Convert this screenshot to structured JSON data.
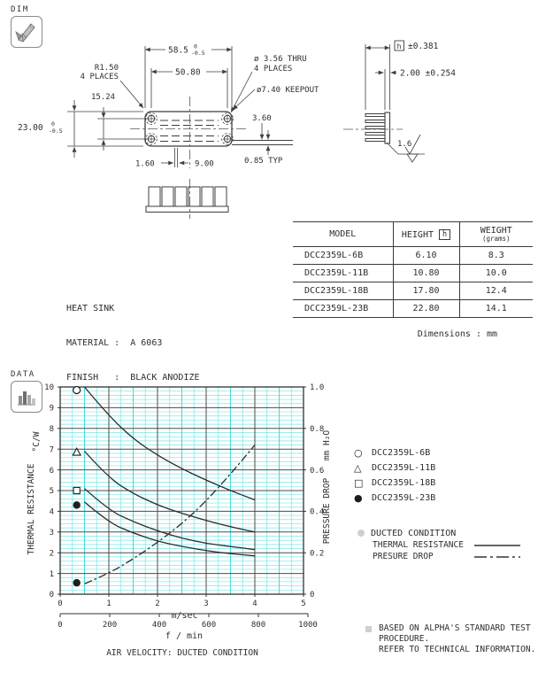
{
  "sections": {
    "dim_label": "DIM",
    "data_label": "DATA"
  },
  "drawing": {
    "dims": {
      "overall_width_value": "58.5",
      "overall_width_tol_top": "0",
      "overall_width_tol_bot": "-0.5",
      "hole_pitch": "50.80",
      "corner_radius_line1": "R1.50",
      "corner_radius_line2": "4 PLACES",
      "hole_row_pitch": "15.24",
      "overall_depth_value": "23.00",
      "overall_depth_tol_top": "0",
      "overall_depth_tol_bot": "-0.5",
      "fin_gap": "1.60",
      "fin_pitch": "9.00",
      "hole_dia_line1": "ø 3.56 THRU",
      "hole_dia_line2": "4 PLACES",
      "keepout": "ø7.40 KEEPOUT",
      "tab_offset": "3.60",
      "tab_thickness": "0.85 TYP",
      "height_symbol": "h",
      "height_tolerance": "±0.381",
      "base_thickness": "2.00 ±0.254",
      "surface_finish": "1.6"
    },
    "material_note": {
      "line1": "HEAT SINK",
      "line2": "MATERIAL :  A 6063",
      "line3": "FINISH   :  BLACK ANODIZE"
    }
  },
  "table": {
    "headers": {
      "model": "MODEL",
      "height": "HEIGHT",
      "height_sym": "h",
      "weight": "WEIGHT",
      "weight_unit": "(grams)"
    },
    "rows": [
      {
        "model": "DCC2359L-6B",
        "height": "6.10",
        "weight": "8.3"
      },
      {
        "model": "DCC2359L-11B",
        "height": "10.80",
        "weight": "10.0"
      },
      {
        "model": "DCC2359L-18B",
        "height": "17.80",
        "weight": "12.4"
      },
      {
        "model": "DCC2359L-23B",
        "height": "22.80",
        "weight": "14.1"
      }
    ],
    "footnote": "Dimensions : mm"
  },
  "chart_data": {
    "type": "line",
    "caption": "AIR VELOCITY: DUCTED CONDITION",
    "x_axis": {
      "label": "m/sec",
      "min": 0,
      "max": 5,
      "major_ticks": [
        0,
        1,
        2,
        3,
        4,
        5
      ],
      "minor_step": 0.25
    },
    "x_axis_secondary": {
      "label": "f / min",
      "ticks": [
        0,
        200,
        400,
        600,
        800,
        1000
      ]
    },
    "y_axis_left": {
      "label": "THERMAL RESISTANCE",
      "unit": "°C/W",
      "min": 0,
      "max": 10,
      "major_ticks": [
        0,
        1,
        2,
        3,
        4,
        5,
        6,
        7,
        8,
        9,
        10
      ],
      "minor_step": 0.2
    },
    "y_axis_right": {
      "label": "PRESSURE DROP",
      "unit": "mm H₂O",
      "min": 0,
      "max": 1.0,
      "tick_labels": [
        "0",
        "0.2",
        "0.4",
        "0.6",
        "0.8",
        "1.0"
      ]
    },
    "grid": {
      "minor_color": "#7de8e8",
      "half_color": "#1fd0d0",
      "major_color": "#4b4b4b",
      "on": true
    },
    "series": [
      {
        "name": "DCC2359L-6B",
        "axis": "left",
        "style": "solid",
        "x": [
          0.5,
          1,
          1.5,
          2,
          2.5,
          3,
          3.5,
          4
        ],
        "y": [
          10.0,
          8.6,
          7.5,
          6.7,
          6.05,
          5.5,
          5.0,
          4.55
        ]
      },
      {
        "name": "DCC2359L-11B",
        "axis": "left",
        "style": "solid",
        "x": [
          0.5,
          1,
          1.5,
          2,
          2.5,
          3,
          3.5,
          4
        ],
        "y": [
          6.9,
          5.6,
          4.85,
          4.3,
          3.9,
          3.55,
          3.25,
          3.0
        ]
      },
      {
        "name": "DCC2359L-18B",
        "axis": "left",
        "style": "solid",
        "x": [
          0.5,
          1,
          1.5,
          2,
          2.5,
          3,
          3.5,
          4
        ],
        "y": [
          5.1,
          4.05,
          3.5,
          3.05,
          2.7,
          2.45,
          2.3,
          2.15
        ]
      },
      {
        "name": "DCC2359L-23B",
        "axis": "left",
        "style": "solid",
        "x": [
          0.5,
          1,
          1.5,
          2,
          2.5,
          3,
          3.5,
          4
        ],
        "y": [
          4.45,
          3.45,
          2.95,
          2.55,
          2.3,
          2.1,
          1.95,
          1.85
        ]
      },
      {
        "name": "PRESSURE DROP",
        "axis": "right",
        "style": "dash-dot",
        "x": [
          0.5,
          1,
          1.5,
          2,
          2.5,
          3,
          3.5,
          4
        ],
        "y": [
          0.05,
          0.1,
          0.17,
          0.25,
          0.34,
          0.45,
          0.58,
          0.72
        ]
      }
    ],
    "point_markers": [
      {
        "shape": "circle-open",
        "axis": "left",
        "x": 0.34,
        "y": 9.85
      },
      {
        "shape": "triangle-open",
        "axis": "left",
        "x": 0.34,
        "y": 6.85
      },
      {
        "shape": "square-open",
        "axis": "left",
        "x": 0.34,
        "y": 5.0
      },
      {
        "shape": "circle-filled",
        "axis": "left",
        "x": 0.34,
        "y": 4.3
      },
      {
        "shape": "circle-filled",
        "axis": "right",
        "x": 0.34,
        "y": 0.055
      }
    ]
  },
  "legend": {
    "items": [
      {
        "marker": "circle-open-icon",
        "glyph": "○",
        "label": "DCC2359L-6B"
      },
      {
        "marker": "triangle-open-icon",
        "glyph": "△",
        "label": "DCC2359L-11B"
      },
      {
        "marker": "square-open-icon",
        "glyph": "□",
        "label": "DCC2359L-18B"
      },
      {
        "marker": "circle-filled-icon",
        "glyph": "●",
        "label": "DCC2359L-23B"
      }
    ],
    "condition": {
      "label": "DUCTED CONDITION",
      "entries": [
        {
          "label": "THERMAL RESISTANCE",
          "line": "solid"
        },
        {
          "label": "PRESURE DROP",
          "line": "dash-dot"
        }
      ]
    }
  },
  "test_note": {
    "lines": [
      "BASED ON ALPHA'S STANDARD TEST",
      "PROCEDURE.",
      "REFER TO TECHNICAL INFORMATION."
    ]
  }
}
